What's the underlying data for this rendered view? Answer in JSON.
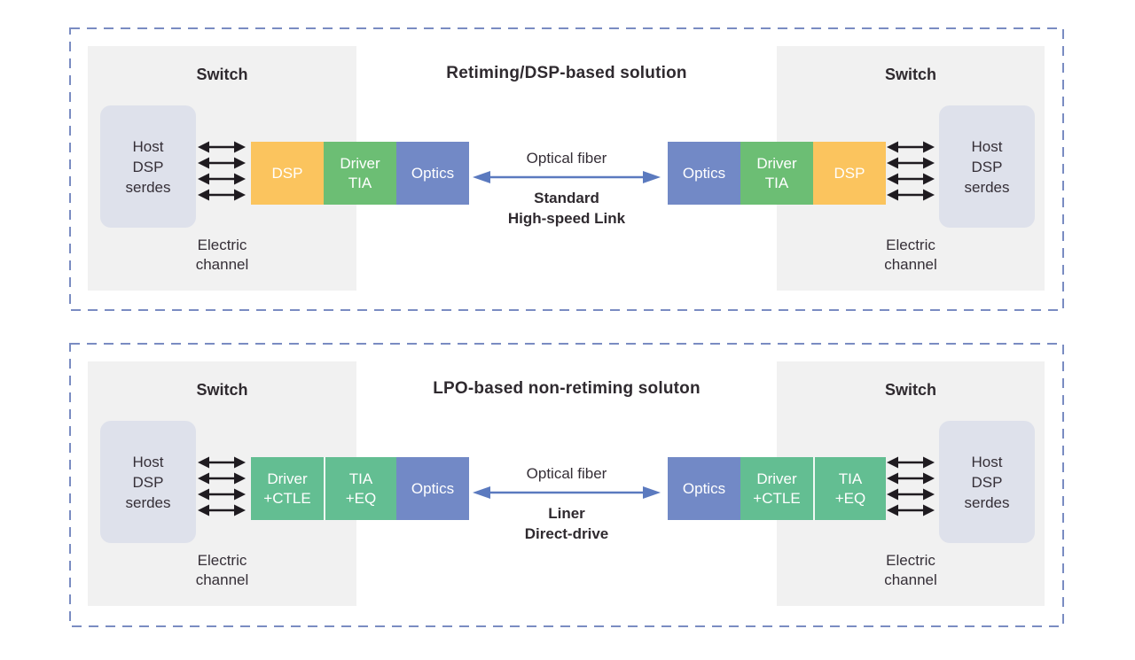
{
  "colors": {
    "panel_border": "#7a8cc2",
    "switch_bg": "#f1f1f1",
    "host_bg": "#dee1eb",
    "module_dsp": "#fbc45e",
    "module_driver_tia": "#6cbe74",
    "module_lpo_green": "#63be92",
    "module_optics": "#7289c6",
    "electric_arrow": "#1f1b20",
    "fiber_arrow": "#5b7abf",
    "text_dark": "#2f2a2f",
    "module_text": "#ffffff"
  },
  "panels": [
    {
      "title": "Retiming/DSP-based solution",
      "fiber_label": "Optical fiber",
      "link_lines": [
        "Standard",
        "High-speed Link"
      ],
      "left_switch": {
        "label": "Switch",
        "host_lines": [
          "Host",
          "DSP",
          "serdes"
        ],
        "channel_lines": [
          "Electric",
          "channel"
        ]
      },
      "right_switch": {
        "label": "Switch",
        "host_lines": [
          "Host",
          "DSP",
          "serdes"
        ],
        "channel_lines": [
          "Electric",
          "channel"
        ]
      },
      "modules_left": [
        {
          "line1": "DSP",
          "line2": "",
          "color": "#fbc45e"
        },
        {
          "line1": "Driver",
          "line2": "TIA",
          "color": "#6cbe74"
        },
        {
          "line1": "Optics",
          "line2": "",
          "color": "#7289c6"
        }
      ],
      "modules_right": [
        {
          "line1": "Optics",
          "line2": "",
          "color": "#7289c6"
        },
        {
          "line1": "Driver",
          "line2": "TIA",
          "color": "#6cbe74"
        },
        {
          "line1": "DSP",
          "line2": "",
          "color": "#fbc45e"
        }
      ]
    },
    {
      "title": "LPO-based non-retiming soluton",
      "fiber_label": "Optical fiber",
      "link_lines": [
        "Liner",
        "Direct-drive"
      ],
      "left_switch": {
        "label": "Switch",
        "host_lines": [
          "Host",
          "DSP",
          "serdes"
        ],
        "channel_lines": [
          "Electric",
          "channel"
        ]
      },
      "right_switch": {
        "label": "Switch",
        "host_lines": [
          "Host",
          "DSP",
          "serdes"
        ],
        "channel_lines": [
          "Electric",
          "channel"
        ]
      },
      "modules_left": [
        {
          "line1": "Driver",
          "line2": "+CTLE",
          "color": "#63be92"
        },
        {
          "line1": "TIA",
          "line2": "+EQ",
          "color": "#63be92"
        },
        {
          "line1": "Optics",
          "line2": "",
          "color": "#7289c6"
        }
      ],
      "modules_right": [
        {
          "line1": "Optics",
          "line2": "",
          "color": "#7289c6"
        },
        {
          "line1": "Driver",
          "line2": "+CTLE",
          "color": "#63be92"
        },
        {
          "line1": "TIA",
          "line2": "+EQ",
          "color": "#63be92"
        }
      ]
    }
  ]
}
